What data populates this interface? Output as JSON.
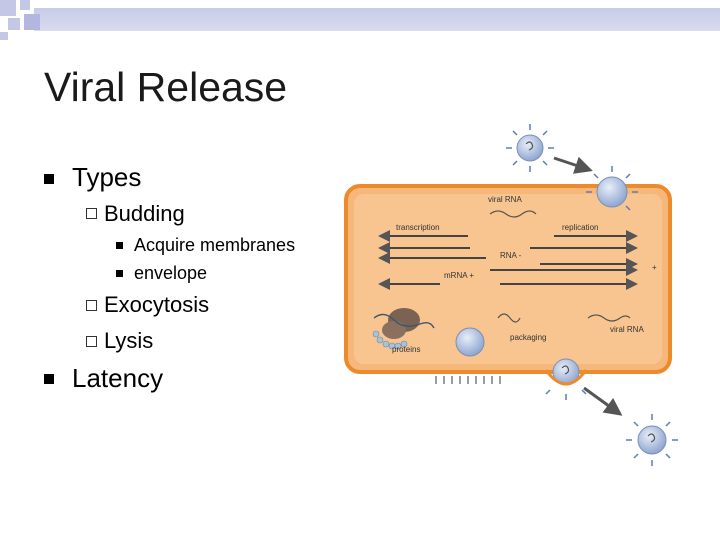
{
  "slide": {
    "title": "Viral Release",
    "bullets": [
      {
        "text": "Types"
      },
      {
        "text": "Latency"
      }
    ],
    "sub_items": [
      {
        "text": "Budding"
      },
      {
        "text": "Exocytosis"
      },
      {
        "text": "Lysis"
      }
    ],
    "sub_sub_items": [
      {
        "text": "Acquire membranes"
      },
      {
        "text": "envelope"
      }
    ]
  },
  "diagram": {
    "labels": {
      "viral_rna_top": "viral RNA",
      "transcription": "transcription",
      "replication": "replication",
      "rna_minus": "RNA -",
      "mrna_plus": "mRNA +",
      "plus": "+",
      "proteins": "proteins",
      "packaging": "packaging",
      "viral_rna_right": "viral RNA"
    },
    "colors": {
      "cell_fill": "#f6b87a",
      "cell_border": "#ec8a2c",
      "virus": "#b7c8e6",
      "arrow": "#555555"
    }
  }
}
